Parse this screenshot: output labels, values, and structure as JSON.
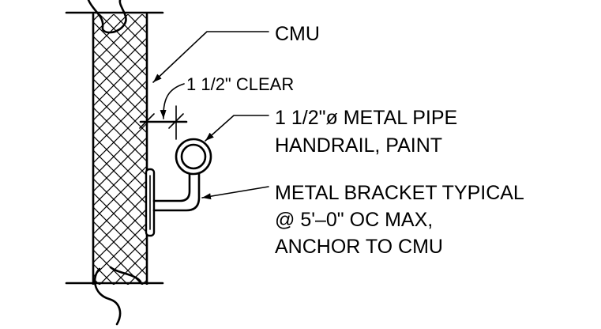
{
  "labels": {
    "cmu": "CMU",
    "clear": "1 1/2\" CLEAR",
    "pipe_line1": "1 1/2\"ø METAL PIPE",
    "pipe_line2": "HANDRAIL, PAINT",
    "bracket_line1": "METAL BRACKET TYPICAL",
    "bracket_line2": "@ 5'–0\" OC MAX,",
    "bracket_line3": "ANCHOR TO CMU"
  }
}
